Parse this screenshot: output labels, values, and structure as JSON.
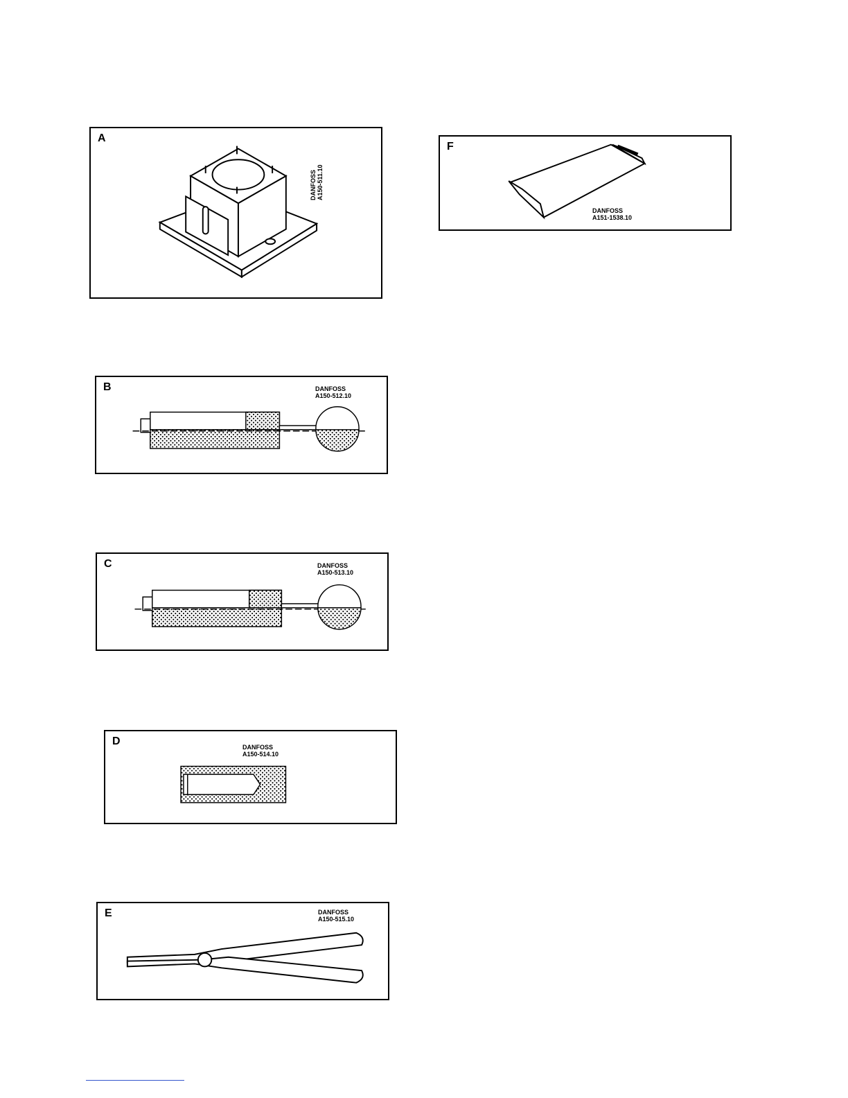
{
  "figures": {
    "A": {
      "letter": "A",
      "brand": "DANFOSS",
      "code": "A150-511.10"
    },
    "B": {
      "letter": "B",
      "brand": "DANFOSS",
      "code": "A150-512.10"
    },
    "C": {
      "letter": "C",
      "brand": "DANFOSS",
      "code": "A150-513.10"
    },
    "D": {
      "letter": "D",
      "brand": "DANFOSS",
      "code": "A150-514.10"
    },
    "E": {
      "letter": "E",
      "brand": "DANFOSS",
      "code": "A150-515.10"
    },
    "F": {
      "letter": "F",
      "brand": "DANFOSS",
      "code": "A151-1538.10"
    }
  }
}
